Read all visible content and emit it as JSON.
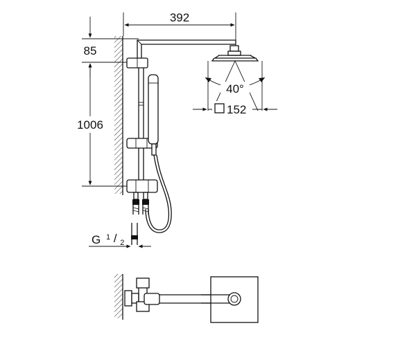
{
  "diagram": {
    "dim_arm_length": "392",
    "dim_top_offset": "85",
    "dim_rail_height": "1006",
    "dim_spray_angle": "40°",
    "dim_head_size": "152",
    "thread_prefix": "G",
    "thread_num": "1",
    "thread_den": "2",
    "head_shape_symbol": "square"
  }
}
